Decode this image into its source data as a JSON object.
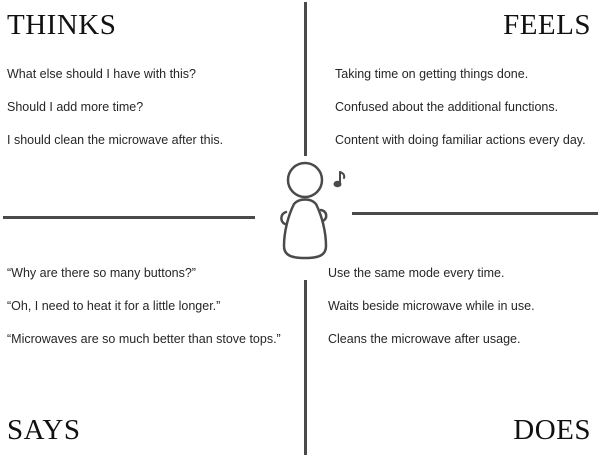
{
  "quadrants": {
    "thinks": {
      "title": "THINKS",
      "items": [
        "What else should I have with this?",
        "Should I add more time?",
        "I should clean the microwave after this."
      ]
    },
    "feels": {
      "title": "FEELS",
      "items": [
        "Taking time on getting things done.",
        "Confused about the additional functions.",
        "Content with doing familiar actions every day."
      ]
    },
    "says": {
      "title": "SAYS",
      "items": [
        "“Why are there so many buttons?”",
        "“Oh, I need to heat it for a little longer.”",
        "“Microwaves are so much better than stove tops.”"
      ]
    },
    "does": {
      "title": "DOES",
      "items": [
        "Use the same mode every time.",
        "Waits beside microwave while in use.",
        "Cleans the microwave after usage."
      ]
    }
  },
  "persona": {
    "icon": "person-icon",
    "accent_icon": "music-note-icon"
  },
  "colors": {
    "divider": "#4a4a4a",
    "text": "#262626",
    "title": "#111111"
  }
}
